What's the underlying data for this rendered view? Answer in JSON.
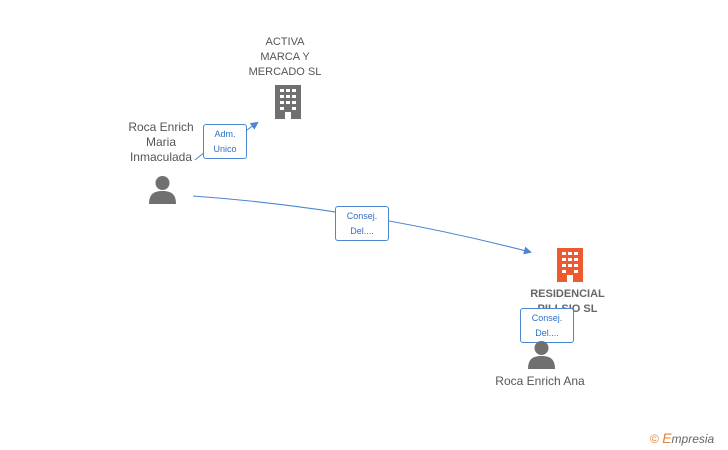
{
  "nodes": {
    "activa": {
      "name_lines": [
        "ACTIVA",
        "MARCA Y",
        "MERCADO SL"
      ],
      "icon": "building-icon",
      "color": "#707070"
    },
    "residencial": {
      "name_lines": [
        "RESIDENCIAL",
        "PILLSIO SL"
      ],
      "icon": "building-icon",
      "color": "#ee5a2f"
    },
    "roca_maria": {
      "name_lines": [
        "Roca Enrich",
        "Maria",
        "Inmaculada"
      ],
      "icon": "person-icon",
      "color": "#707070"
    },
    "roca_ana": {
      "name_lines": [
        "Roca Enrich Ana"
      ],
      "icon": "person-icon",
      "color": "#707070"
    }
  },
  "edges": {
    "adm": {
      "line1": "Adm.",
      "line2": "Unico"
    },
    "consej1": {
      "line1": "Consej.",
      "line2": "Del...."
    },
    "consej2": {
      "line1": "Consej.",
      "line2": "Del...."
    }
  },
  "colors": {
    "edge": "#4a86d4"
  },
  "brand": {
    "copyright": "©",
    "name": "mpresia",
    "initial": "E"
  }
}
